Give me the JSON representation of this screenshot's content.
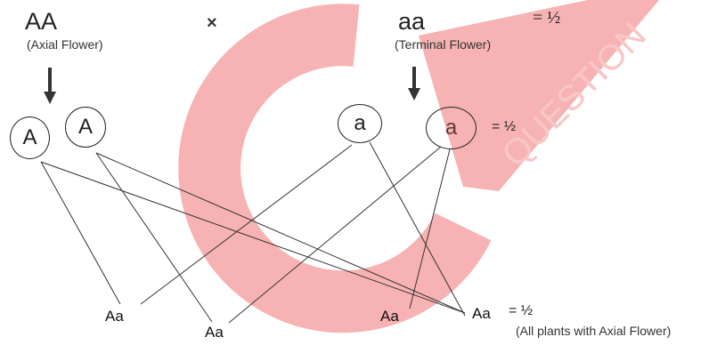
{
  "parents": {
    "left": {
      "genotype": "AA",
      "phenotype": "(Axial Flower)"
    },
    "cross_symbol": "×",
    "right": {
      "genotype": "aa",
      "phenotype": "(Terminal Flower)"
    },
    "ratio_top": "= ½"
  },
  "gametes": {
    "left": [
      "A",
      "A"
    ],
    "right": [
      "a",
      "a"
    ],
    "ratio": "= ½"
  },
  "offspring": {
    "items": [
      "Aa",
      "Aa",
      "Aa",
      "Aa"
    ],
    "ratio": "= ½",
    "note": "(All plants with Axial Flower)"
  },
  "watermark": {
    "letters": "QUESTION",
    "color": "#f6b0b0"
  }
}
